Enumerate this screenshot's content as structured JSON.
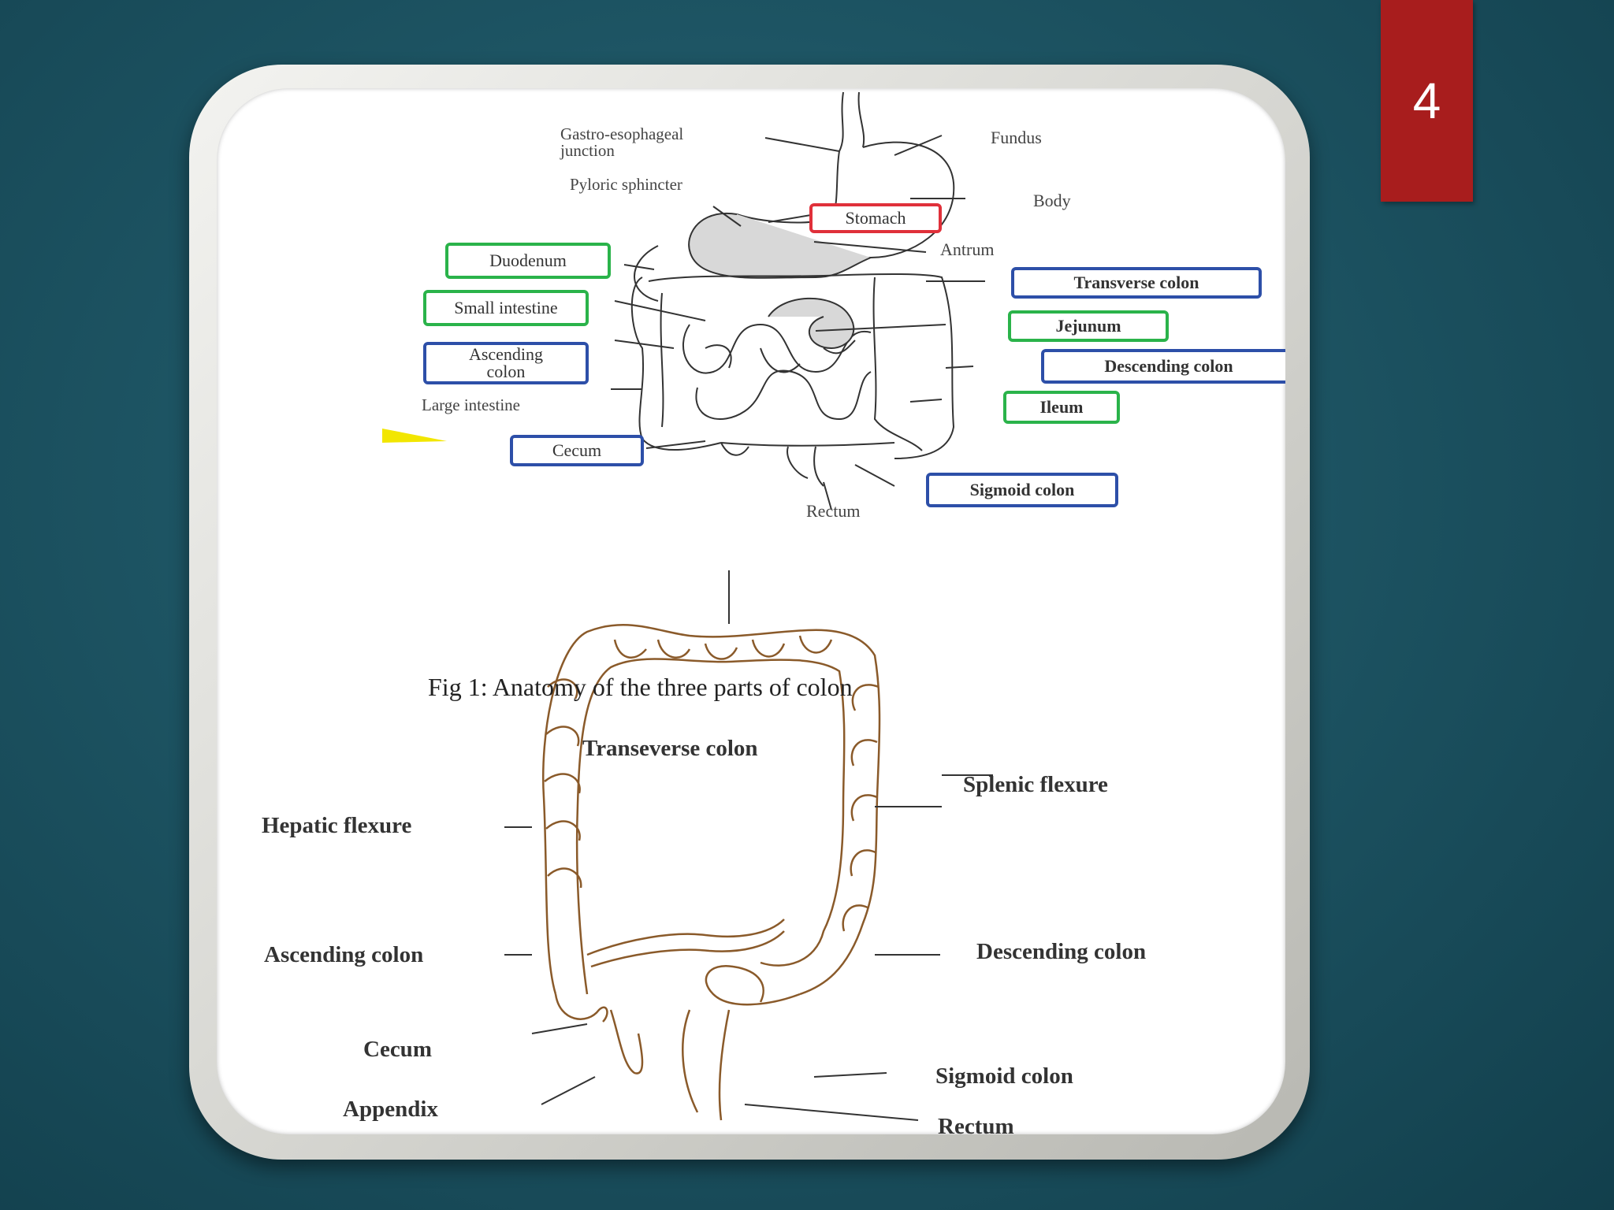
{
  "slide": {
    "number": "4",
    "accent": "#a81d1d"
  },
  "figure1": {
    "labels": {
      "gej_line1": "Gastro-esophageal",
      "gej_line2": "junction",
      "fundus": "Fundus",
      "pyloric": "Pyloric sphincter",
      "body": "Body",
      "antrum": "Antrum",
      "large_intestine": "Large intestine",
      "rectum": "Rectum"
    },
    "boxes": {
      "stomach": "Stomach",
      "duodenum": "Duodenum",
      "small_intestine": "Small intestine",
      "ascending_line1": "Ascending",
      "ascending_line2": "colon",
      "cecum": "Cecum",
      "transverse": "Transverse colon",
      "jejunum": "Jejunum",
      "descending": "Descending colon",
      "ileum": "Ileum",
      "sigmoid": "Sigmoid colon"
    },
    "caption": "Fig 1: Anatomy of the three parts of colon"
  },
  "figure2": {
    "labels": {
      "transverse": "Transeverse colon",
      "splenic": "Splenic flexure",
      "hepatic": "Hepatic flexure",
      "ascending": "Ascending colon",
      "descending": "Descending colon",
      "cecum": "Cecum",
      "appendix": "Appendix",
      "sigmoid": "Sigmoid colon",
      "rectum": "Rectum"
    }
  }
}
